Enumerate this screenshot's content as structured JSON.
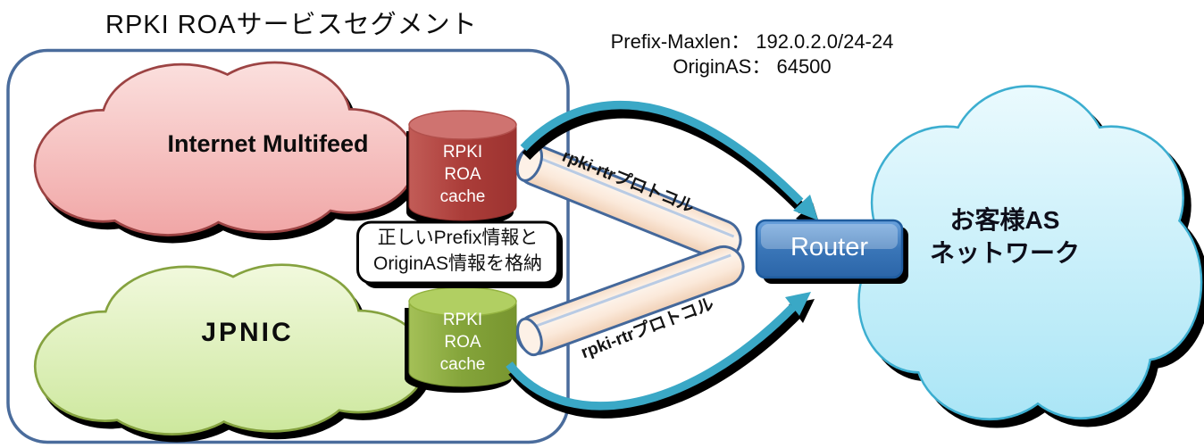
{
  "diagram": {
    "segment_title": "RPKI ROAサービスセグメント",
    "roa_info": {
      "line1": "Prefix-Maxlen： 192.0.2.0/24-24",
      "line2": "OriginAS： 64500"
    },
    "providers": {
      "multifeed": {
        "cloud_label": "Internet Multifeed",
        "cache": {
          "line1": "RPKI",
          "line2": "ROA",
          "line3": "cache"
        }
      },
      "jpnic": {
        "cloud_label": "JPNIC",
        "cache": {
          "line1": "RPKI",
          "line2": "ROA",
          "line3": "cache"
        }
      }
    },
    "note": {
      "line1": "正しいPrefix情報と",
      "line2": "OriginAS情報を格納"
    },
    "protocol": {
      "top_label": "rpki-rtrプロトコル",
      "bottom_label": "rpki-rtrプロトコル"
    },
    "router_label": "Router",
    "customer": {
      "line1": "お客様AS",
      "line2": "ネットワーク"
    },
    "colors": {
      "segment_border": "#4a6c9c",
      "multifeed_cloud": "#f5b9b9",
      "multifeed_outline": "#9c4343",
      "jpnic_cloud": "#d9eeab",
      "jpnic_outline": "#85a23f",
      "customer_cloud": "#bfeaf8",
      "customer_outline": "#3caed0",
      "cache_red": "#a93c38",
      "cache_green": "#82a238",
      "tube_fill": "#fbe5d5",
      "tube_border": "#44689b",
      "arrow": "#3aa8c6",
      "router_fill": "#3a76b8"
    }
  }
}
